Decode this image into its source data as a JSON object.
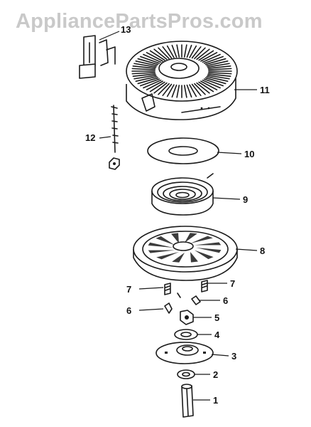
{
  "watermark": "AppliancePartsPros.com",
  "callouts": [
    {
      "id": "1",
      "label": "1"
    },
    {
      "id": "2",
      "label": "2"
    },
    {
      "id": "3",
      "label": "3"
    },
    {
      "id": "4",
      "label": "4"
    },
    {
      "id": "5",
      "label": "5"
    },
    {
      "id": "6a",
      "label": "6"
    },
    {
      "id": "6b",
      "label": "6"
    },
    {
      "id": "7a",
      "label": "7"
    },
    {
      "id": "7b",
      "label": "7"
    },
    {
      "id": "8",
      "label": "8"
    },
    {
      "id": "9",
      "label": "9"
    },
    {
      "id": "10",
      "label": "10"
    },
    {
      "id": "11",
      "label": "11"
    },
    {
      "id": "12",
      "label": "12"
    },
    {
      "id": "13",
      "label": "13"
    }
  ],
  "colors": {
    "ink": "#1a1a1a",
    "watermark": "#c9c9c9",
    "background": "#ffffff"
  }
}
